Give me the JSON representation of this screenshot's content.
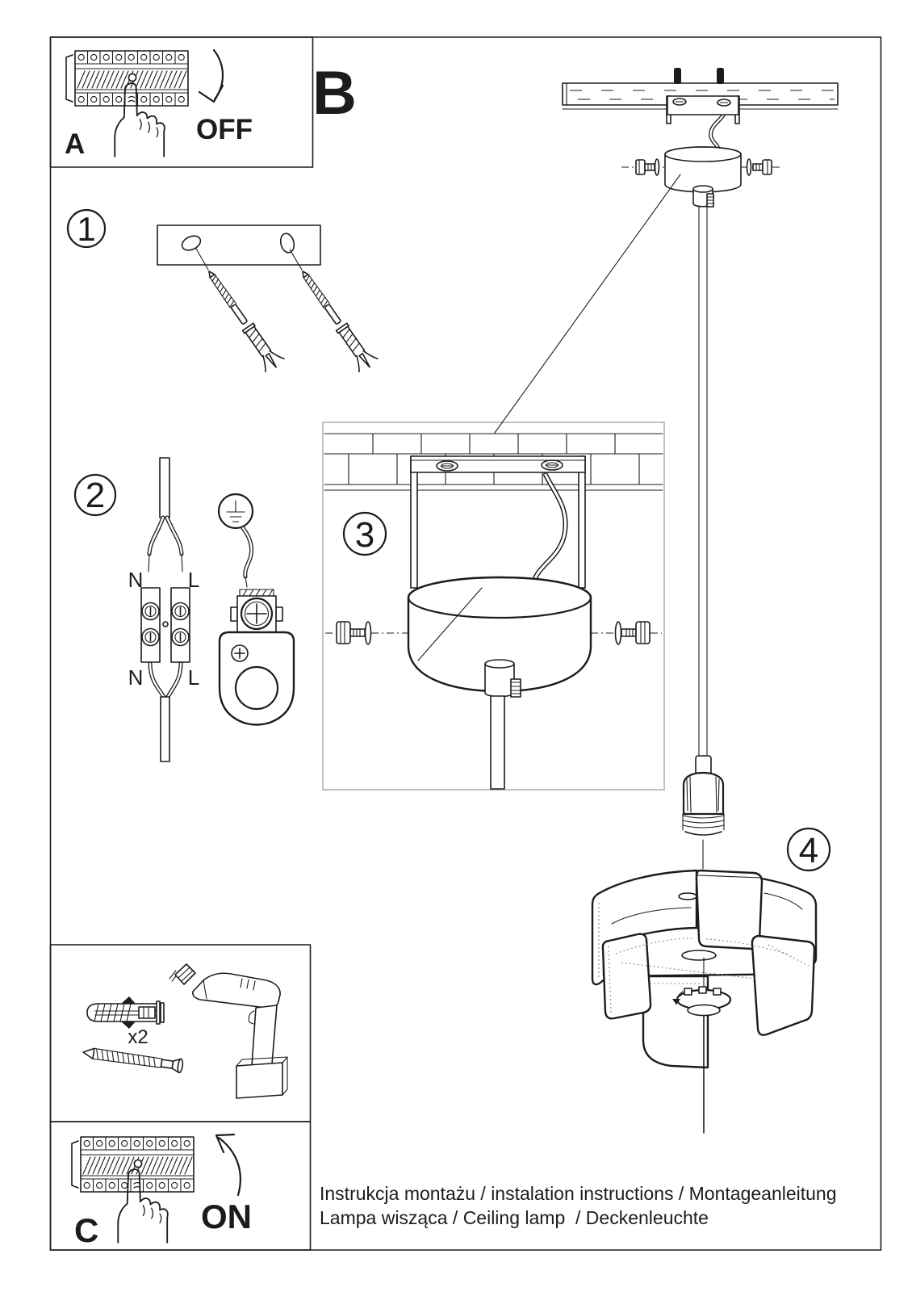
{
  "sections": {
    "breaker_off": {
      "label": "A",
      "action": "OFF"
    },
    "overview": {
      "label": "B"
    },
    "breaker_on": {
      "label": "C",
      "action": "ON"
    },
    "step1": {
      "number": "1"
    },
    "step2": {
      "number": "2",
      "terminal_labels": {
        "n_top": "N",
        "l_top": "L",
        "n_bottom": "N",
        "l_bottom": "L"
      }
    },
    "step3": {
      "number": "3"
    },
    "step4": {
      "number": "4"
    },
    "tools": {
      "anchor_quantity": "x2"
    }
  },
  "footer": {
    "line1": "Instrukcja montażu / instalation instructions / Montageanleitung",
    "line2": "Lampa wisząca / Ceiling lamp  / Deckenleuchte"
  },
  "icons": {
    "ground_symbol": "earth-ground-icon",
    "breaker_panel": "circuit-breaker-panel-icon",
    "hand": "pressing-hand-icon",
    "drill": "cordless-drill-icon"
  },
  "colors": {
    "ink": "#1c1c1c",
    "detail_box_border": "#b3b3b3",
    "hidden_line": "#8a8a8a",
    "paper": "#ffffff"
  }
}
